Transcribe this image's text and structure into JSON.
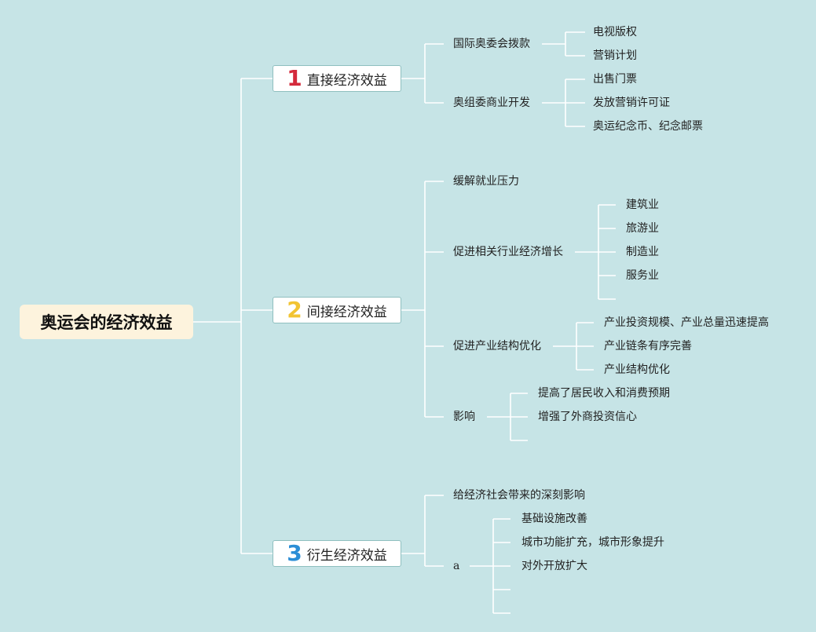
{
  "root": {
    "label": "奥运会的经济效益"
  },
  "branches": [
    {
      "number": "1",
      "label": "直接经济效益",
      "children": [
        {
          "label": "国际奥委会拨款",
          "children": [
            "电视版权",
            "营销计划"
          ]
        },
        {
          "label": "奥组委商业开发",
          "children": [
            "出售门票",
            "发放营销许可证",
            "奥运纪念币、纪念邮票"
          ]
        }
      ]
    },
    {
      "number": "2",
      "label": "间接经济效益",
      "children": [
        {
          "label": "缓解就业压力",
          "children": []
        },
        {
          "label": "促进相关行业经济增长",
          "children": [
            "建筑业",
            "旅游业",
            "制造业",
            "服务业",
            ""
          ]
        },
        {
          "label": "促进产业结构优化",
          "children": [
            "产业投资规模、产业总量迅速提高",
            "产业链条有序完善",
            "产业结构优化"
          ]
        },
        {
          "label": "影响",
          "children": [
            "提高了居民收入和消费预期",
            "增强了外商投资信心",
            ""
          ]
        }
      ]
    },
    {
      "number": "3",
      "label": "衍生经济效益",
      "children": [
        {
          "label": "给经济社会带来的深刻影响",
          "children": []
        },
        {
          "label": "a",
          "children": [
            "基础设施改善",
            "城市功能扩充，城市形象提升",
            "对外开放扩大",
            "",
            ""
          ]
        }
      ]
    }
  ],
  "colors": {
    "background": "#c6e4e6",
    "connector": "#ffffff",
    "root_fill": "#fdf3dd",
    "num1": "#d42a3c",
    "num2": "#f2c433",
    "num3": "#2c8ed6"
  }
}
